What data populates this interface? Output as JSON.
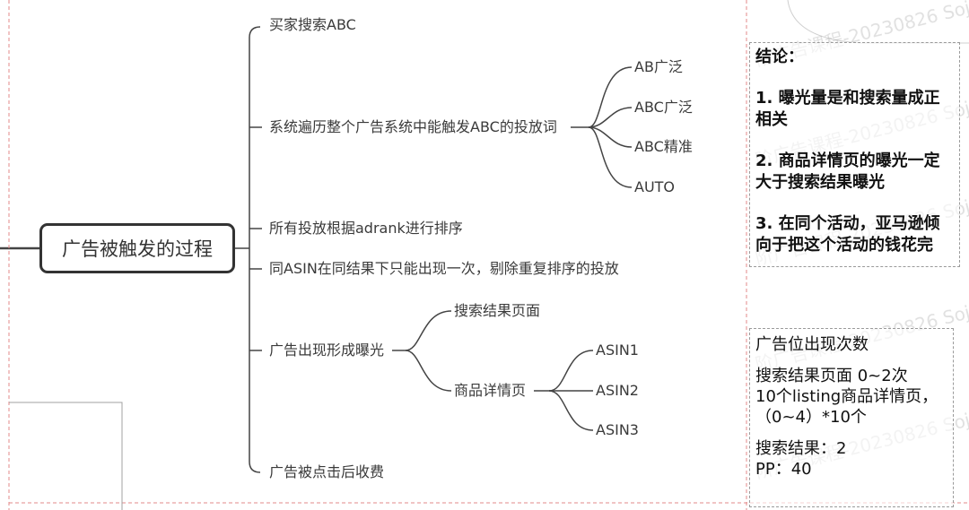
{
  "mindmap": {
    "root": "广告被触发的过程",
    "branches": {
      "b1": "买家搜索ABC",
      "b2": "系统遍历整个广告系统中能触发ABC的投放词",
      "b2_children": [
        "AB广泛",
        "ABC广泛",
        "ABC精准",
        "AUTO"
      ],
      "b3": "所有投放根据adrank进行排序",
      "b4": "同ASIN在同结果下只能出现一次，剔除重复排序的投放",
      "b5": "广告出现形成曝光",
      "b5_children": {
        "search": "搜索结果页面",
        "detail": "商品详情页",
        "detail_children": [
          "ASIN1",
          "ASIN2",
          "ASIN3"
        ]
      },
      "b6": "广告被点击后收费"
    }
  },
  "conclusion_note": {
    "title": "结论：",
    "items": [
      "1. 曝光量是和搜索量成正相关",
      "2. 商品详情页的曝光一定大于搜索结果曝光",
      "3. 在同个活动，亚马逊倾向于把这个活动的钱花完"
    ]
  },
  "placement_note": {
    "title": "广告位出现次数",
    "line1": "搜索结果页面 0~2次",
    "line2": "10个listing商品详情页，（0~4）*10个",
    "line3": "搜索结果：2",
    "line4": "PP：40"
  },
  "watermark_text": "阶广告课程-20230826 Soju",
  "colors": {
    "line": "#444444",
    "guide_dash": "#e38a8a",
    "note_border": "#9a9a9a"
  }
}
